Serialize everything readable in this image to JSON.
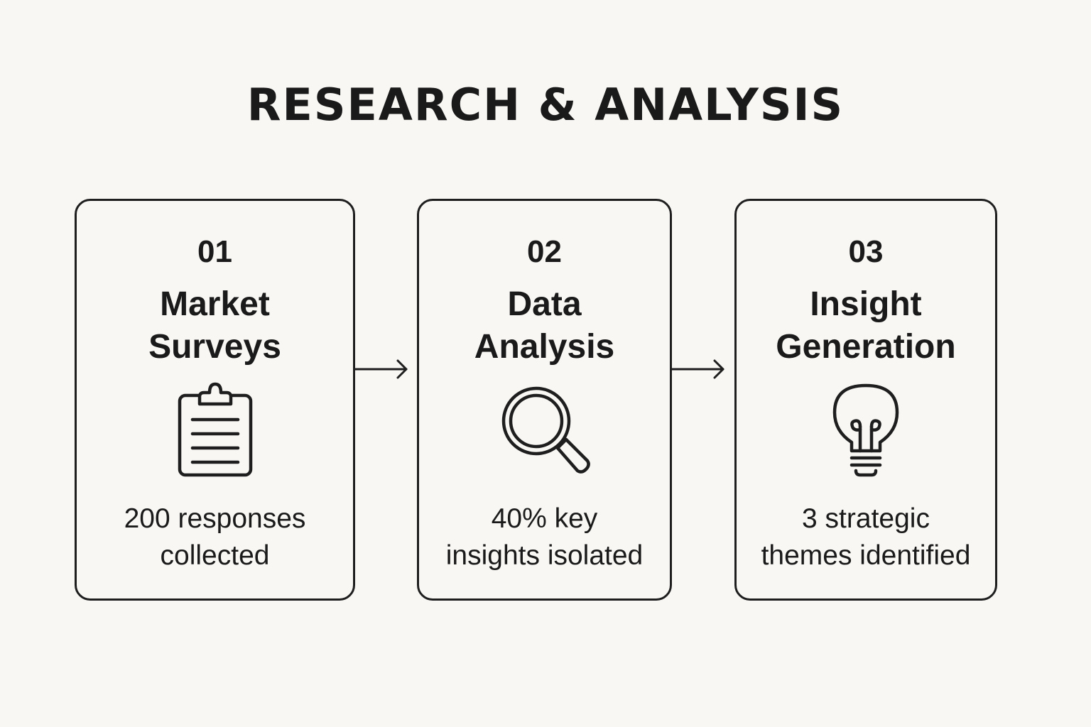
{
  "title": "RESEARCH & ANALYSIS",
  "steps": [
    {
      "number": "01",
      "heading_line1": "Market",
      "heading_line2": "Surveys",
      "icon": "clipboard-icon",
      "desc_line1": "200 responses",
      "desc_line2": "collected"
    },
    {
      "number": "02",
      "heading_line1": "Data",
      "heading_line2": "Analysis",
      "icon": "magnifying-glass-icon",
      "desc_line1": "40% key",
      "desc_line2": "insights isolated"
    },
    {
      "number": "03",
      "heading_line1": "Insight",
      "heading_line2": "Generation",
      "icon": "lightbulb-icon",
      "desc_line1": "3 strategic",
      "desc_line2": "themes identified"
    }
  ],
  "colors": {
    "background": "#f8f7f3",
    "stroke": "#1e1e1e",
    "text": "#1a1a1a"
  }
}
